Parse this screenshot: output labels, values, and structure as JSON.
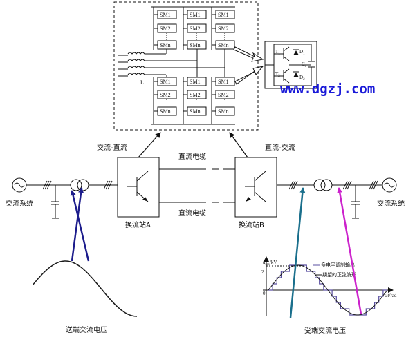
{
  "labels": {
    "ac_dc": "交流-直流",
    "dc_ac": "直流-交流",
    "dc_cable_top": "直流电缆",
    "dc_cable_bottom": "直流电缆",
    "ac_system_left": "交流系统",
    "ac_system_right": "交流系统",
    "station_a": "换流站A",
    "station_b": "换流站B",
    "send_voltage": "送端交流电压",
    "recv_voltage": "受端交流电压",
    "inductor": "L"
  },
  "submodules": {
    "sm1": "SM1",
    "sm2": "SM2",
    "smn": "SMn"
  },
  "detail": {
    "t1": "T",
    "t2": "T",
    "d1": "D",
    "d2": "D",
    "c0": "C",
    "sub1": "1",
    "sub2": "2",
    "sub0": "0"
  },
  "plot": {
    "ylabel": "u",
    "ylabel_sub": "mo",
    "ylabel_unit": "/kV",
    "xlabel": "ωt/rad",
    "legend_multi": "多电平调制输出",
    "legend_sine": "期望的正弦波形",
    "y_tick": "2",
    "origin": "0"
  },
  "watermark": "www.dgzj.com",
  "colors": {
    "arrow_blue": "#1c1c8c",
    "arrow_teal": "#1a6f8c",
    "arrow_magenta": "#cc22cc",
    "watermark": "#1a1ad8",
    "sine": "#1a1a1a"
  }
}
